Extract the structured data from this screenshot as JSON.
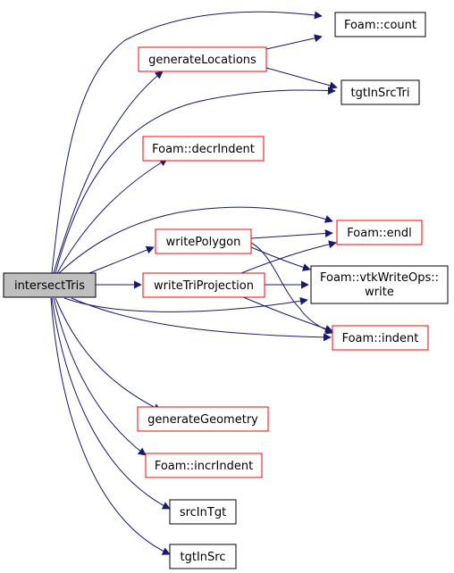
{
  "graph": {
    "root": {
      "id": "intersectTris",
      "label": "intersectTris"
    },
    "nodes": [
      {
        "id": "count",
        "label": "Foam::count"
      },
      {
        "id": "generateLocations",
        "label": "generateLocations"
      },
      {
        "id": "tgtInSrcTri",
        "label": "tgtInSrcTri"
      },
      {
        "id": "decrIndent",
        "label": "Foam::decrIndent"
      },
      {
        "id": "endl",
        "label": "Foam::endl"
      },
      {
        "id": "writePolygon",
        "label": "writePolygon"
      },
      {
        "id": "vtkWrite",
        "label_line1": "Foam::vtkWriteOps::",
        "label_line2": "write"
      },
      {
        "id": "writeTriProjection",
        "label": "writeTriProjection"
      },
      {
        "id": "indent",
        "label": "Foam::indent"
      },
      {
        "id": "generateGeometry",
        "label": "generateGeometry"
      },
      {
        "id": "incrIndent",
        "label": "Foam::incrIndent"
      },
      {
        "id": "srcInTgt",
        "label": "srcInTgt"
      },
      {
        "id": "tgtInSrc",
        "label": "tgtInSrc"
      }
    ],
    "edges": [
      [
        "intersectTris",
        "count"
      ],
      [
        "intersectTris",
        "generateLocations"
      ],
      [
        "intersectTris",
        "tgtInSrcTri"
      ],
      [
        "intersectTris",
        "decrIndent"
      ],
      [
        "intersectTris",
        "endl"
      ],
      [
        "intersectTris",
        "writePolygon"
      ],
      [
        "intersectTris",
        "writeTriProjection"
      ],
      [
        "intersectTris",
        "vtkWrite"
      ],
      [
        "intersectTris",
        "indent"
      ],
      [
        "intersectTris",
        "generateGeometry"
      ],
      [
        "intersectTris",
        "incrIndent"
      ],
      [
        "intersectTris",
        "srcInTgt"
      ],
      [
        "intersectTris",
        "tgtInSrc"
      ],
      [
        "generateLocations",
        "count"
      ],
      [
        "generateLocations",
        "tgtInSrcTri"
      ],
      [
        "writePolygon",
        "endl"
      ],
      [
        "writePolygon",
        "vtkWrite"
      ],
      [
        "writePolygon",
        "indent"
      ],
      [
        "writeTriProjection",
        "endl"
      ],
      [
        "writeTriProjection",
        "vtkWrite"
      ],
      [
        "writeTriProjection",
        "indent"
      ]
    ],
    "colors": {
      "root_fill": "#bfbfbf",
      "documented_border": "#000000",
      "undocumented_border": "#ff0000",
      "edge": "#191970"
    }
  }
}
